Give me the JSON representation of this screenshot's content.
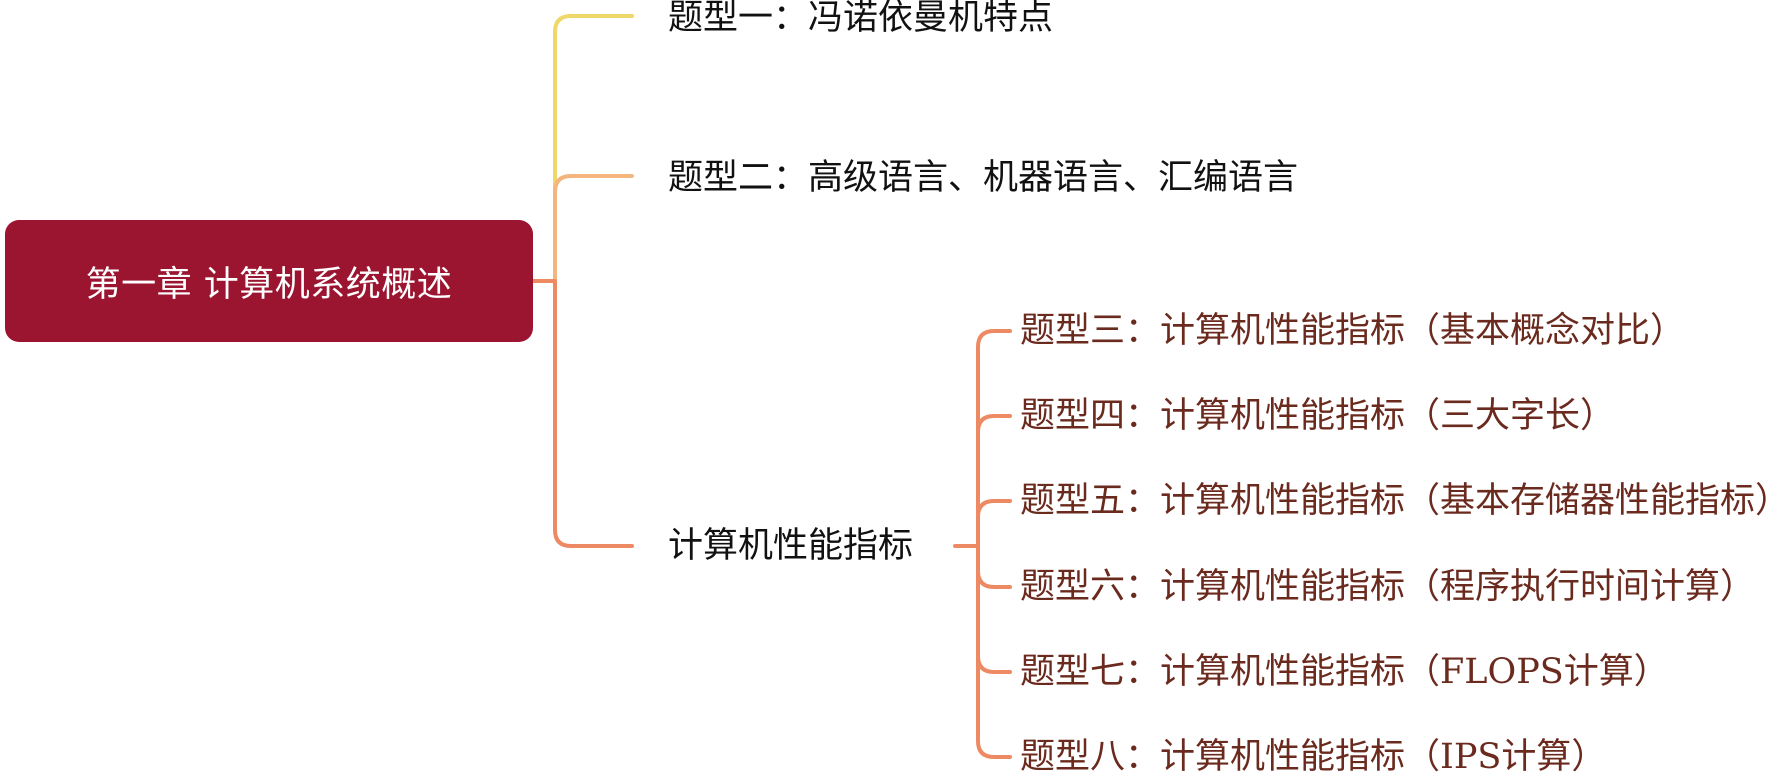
{
  "colors": {
    "root_bg": "#9B1530",
    "root_text": "#FFFFFF",
    "branch_text": "#111111",
    "leaf_text": "#6B2A1E",
    "connector_yellow": "#EFD86A",
    "connector_peach": "#F4B57E",
    "connector_orange": "#EE8A63"
  },
  "root": {
    "label": "第一章 计算机系统概述"
  },
  "branches": [
    {
      "label": "题型一：冯诺依曼机特点"
    },
    {
      "label": "题型二：高级语言、机器语言、汇编语言"
    },
    {
      "label": "计算机性能指标"
    }
  ],
  "leaves": [
    {
      "prefix": "题型三：",
      "label": "计算机性能指标（基本概念对比）"
    },
    {
      "prefix": "题型四：",
      "label": "计算机性能指标（三大字长）"
    },
    {
      "prefix": "题型五：",
      "label": "计算机性能指标（基本存储器性能指标）"
    },
    {
      "prefix": "题型六：",
      "label": "计算机性能指标（程序执行时间计算）"
    },
    {
      "prefix": "题型七：",
      "label": "计算机性能指标（FLOPS计算）"
    },
    {
      "prefix": "题型八：",
      "label": "计算机性能指标（IPS计算）"
    }
  ]
}
